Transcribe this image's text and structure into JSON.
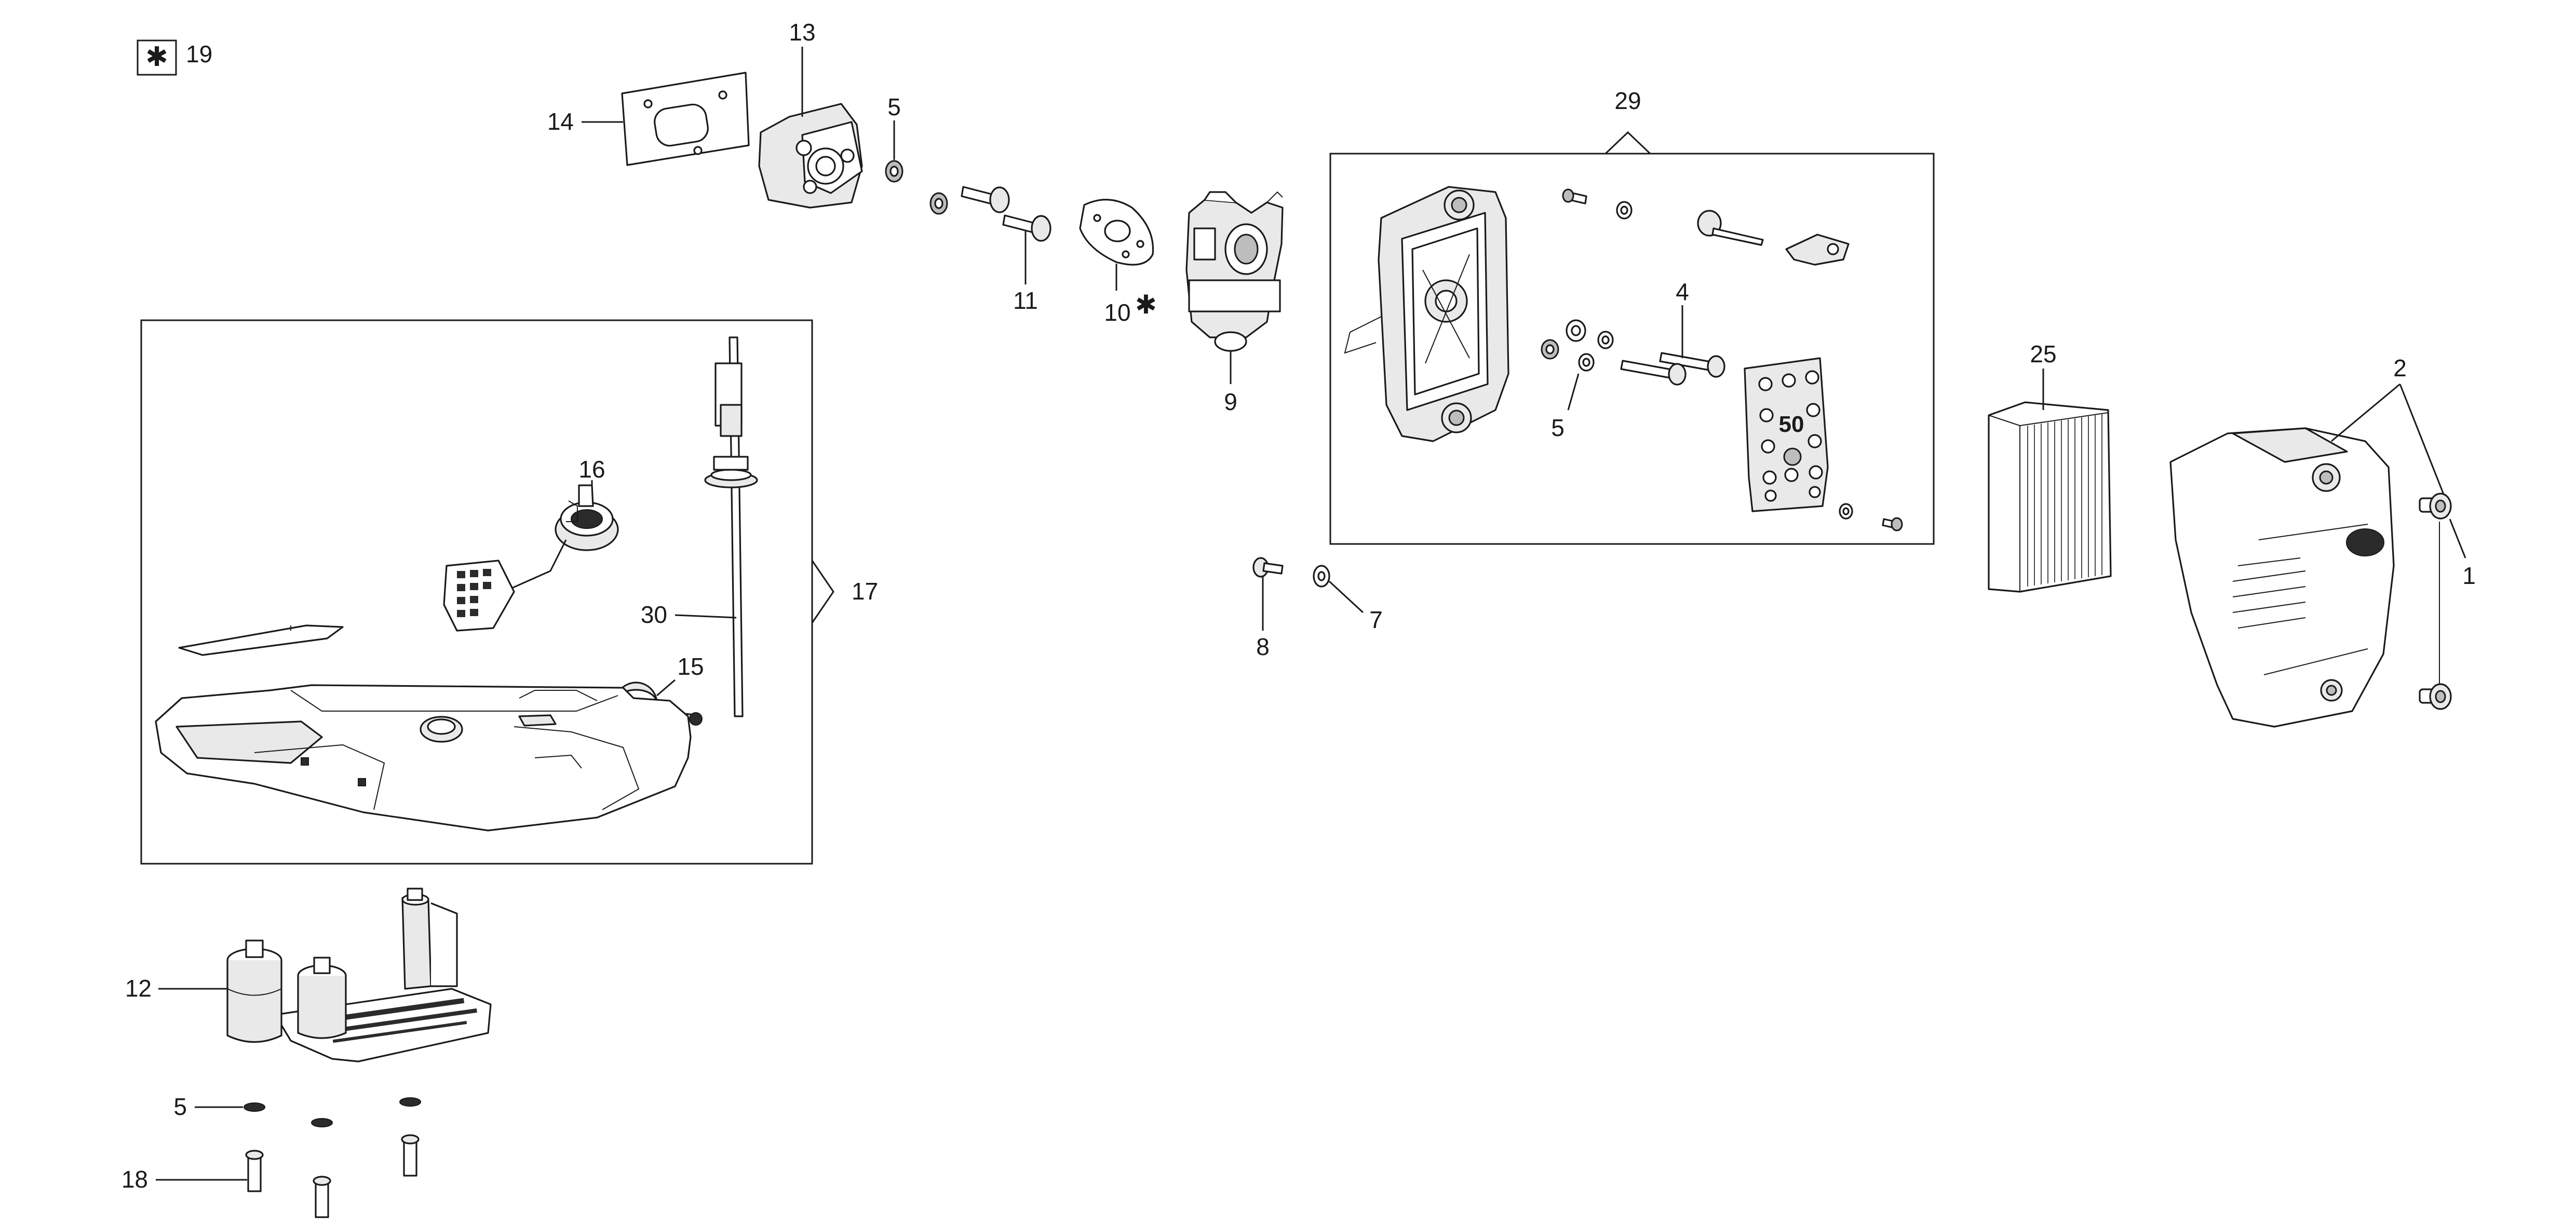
{
  "legend": {
    "symbol": "✱",
    "label": "19"
  },
  "labels": {
    "l1": "1",
    "l2": "2",
    "l4": "4",
    "l5a": "5",
    "l5b": "5",
    "l5c": "5",
    "l7": "7",
    "l8": "8",
    "l9": "9",
    "l10": "10",
    "l10_star": "✱",
    "l11": "11",
    "l12": "12",
    "l13": "13",
    "l14": "14",
    "l15": "15",
    "l16": "16",
    "l17": "17",
    "l18": "18",
    "l25": "25",
    "l29": "29",
    "l30": "30"
  },
  "plate_marking": "50",
  "icons": {
    "legend_box": "asterisk-box-icon"
  }
}
